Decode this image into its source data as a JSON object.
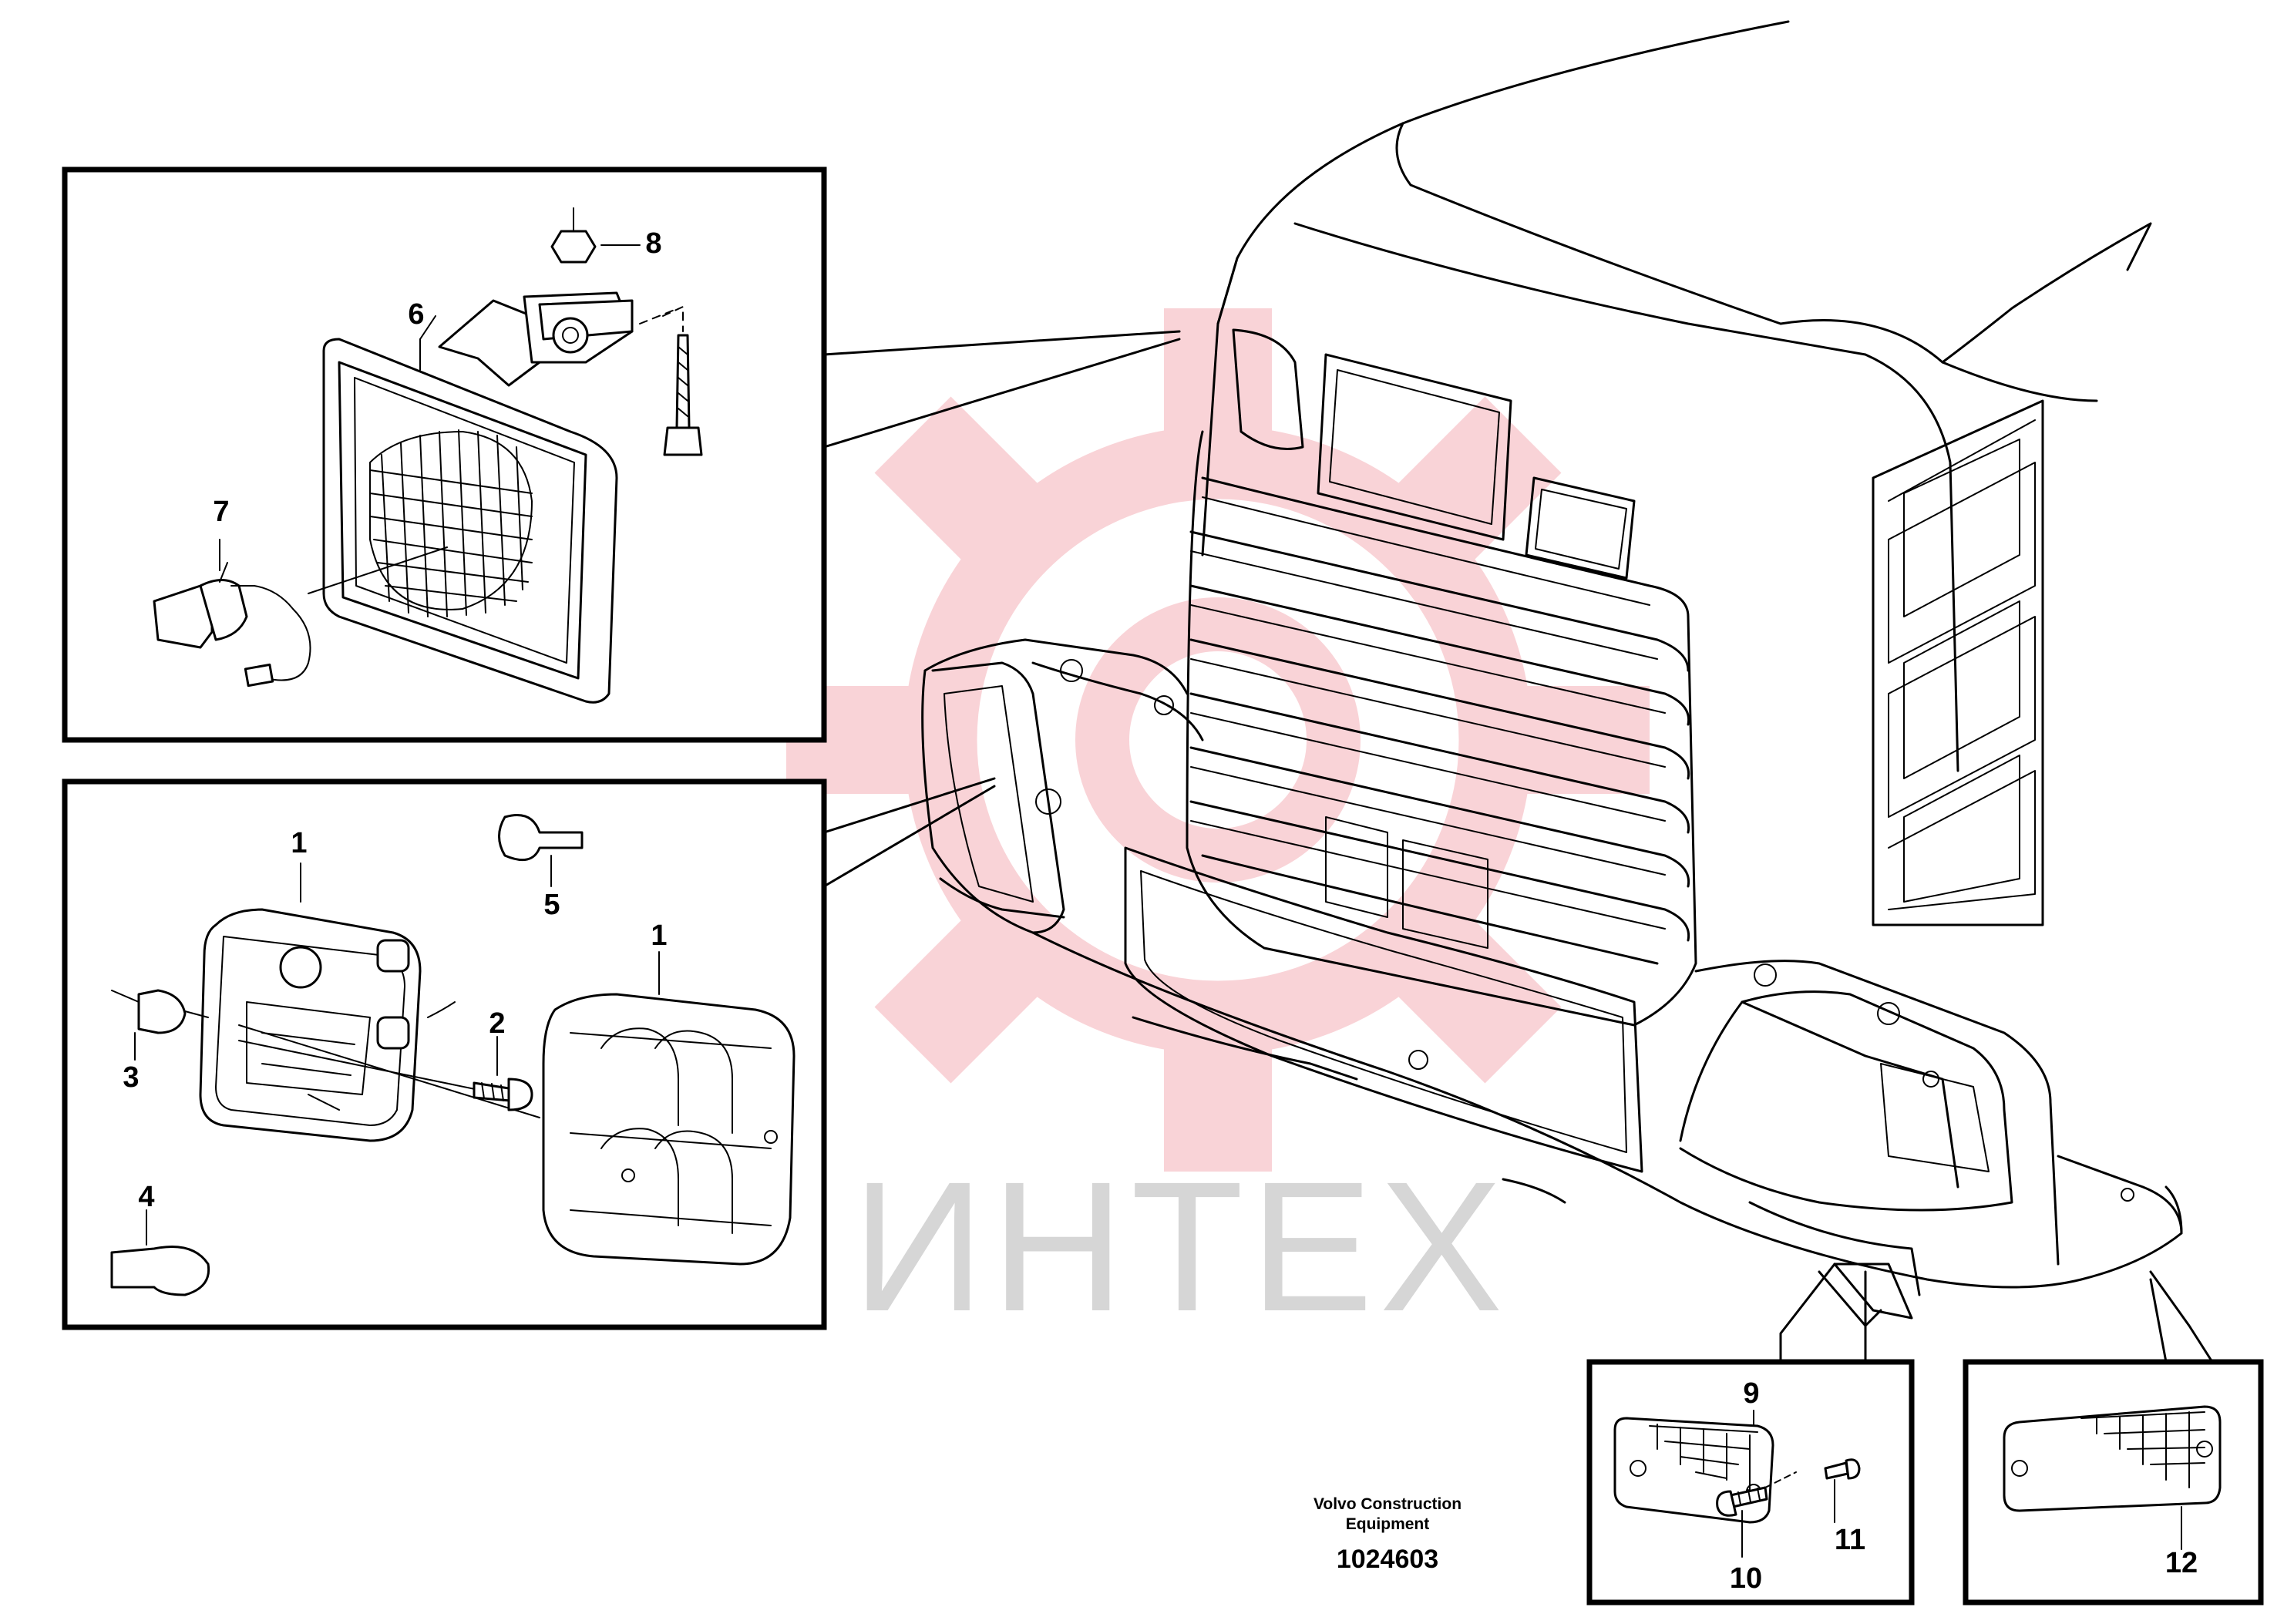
{
  "callouts": {
    "c1a": "1",
    "c1b": "1",
    "c2": "2",
    "c3": "3",
    "c4": "4",
    "c5": "5",
    "c6": "6",
    "c7": "7",
    "c8": "8",
    "c9": "9",
    "c10": "10",
    "c11": "11",
    "c12": "12"
  },
  "caption": {
    "line1": "Volvo Construction",
    "line2": "Equipment",
    "drawing_number": "1024603"
  },
  "watermark": {
    "text": "ИНТЕХ",
    "color": "#e23a4a"
  }
}
